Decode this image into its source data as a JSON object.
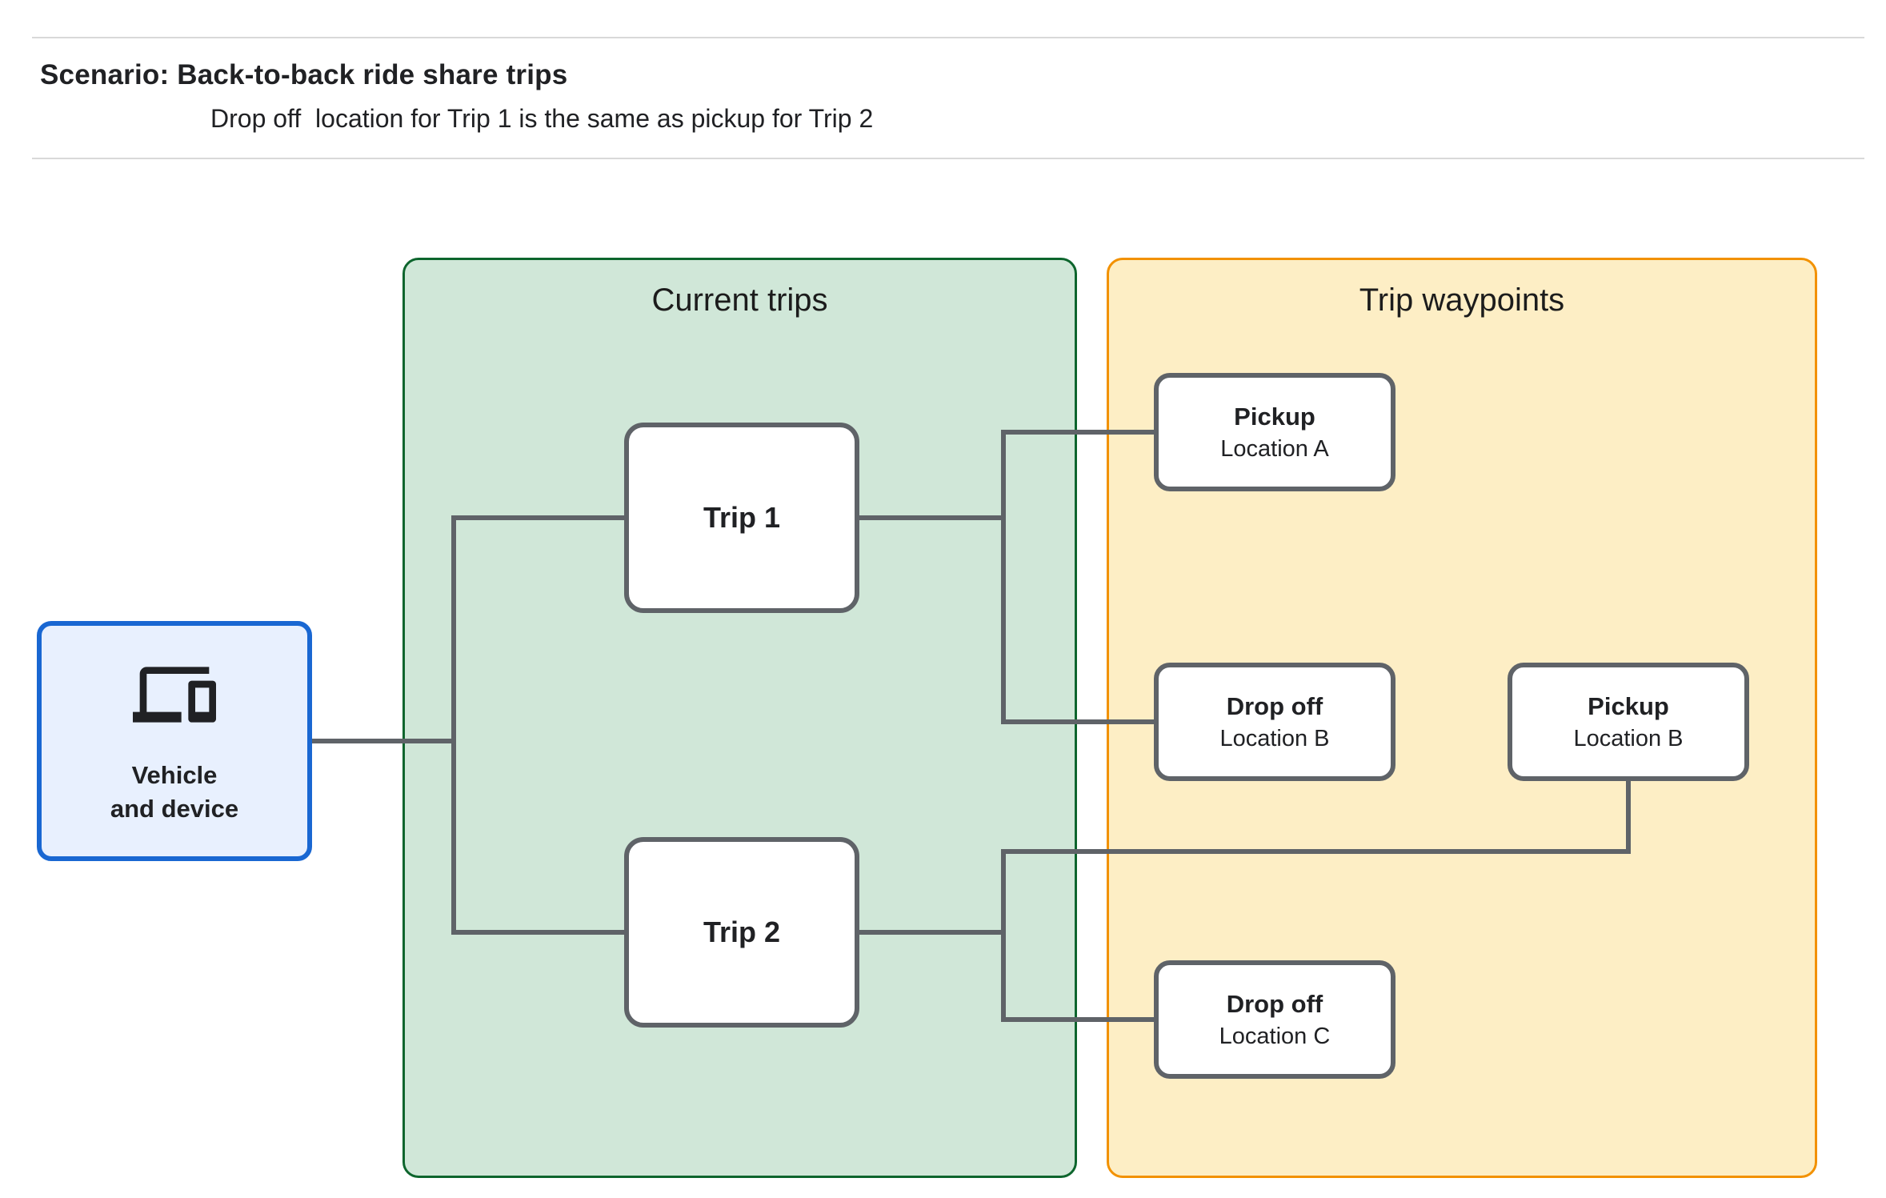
{
  "header": {
    "title": "Scenario: Back-to-back ride share trips",
    "subtitle": "Drop off  location for Trip 1 is the same as pickup for Trip 2"
  },
  "vehicle": {
    "icon": "devices-icon",
    "label_line1": "Vehicle",
    "label_line2": "and device"
  },
  "groups": {
    "current_trips": {
      "title": "Current trips"
    },
    "trip_waypoints": {
      "title": "Trip waypoints"
    }
  },
  "trips": [
    {
      "label": "Trip 1"
    },
    {
      "label": "Trip 2"
    }
  ],
  "waypoints": [
    {
      "type": "Pickup",
      "location": "Location A"
    },
    {
      "type": "Drop off",
      "location": "Location B"
    },
    {
      "type": "Pickup",
      "location": "Location B"
    },
    {
      "type": "Drop off",
      "location": "Location C"
    }
  ],
  "colors": {
    "vehicle_fill": "#e8f0fe",
    "vehicle_border": "#1967d2",
    "current_trips_fill": "#d0e7d8",
    "current_trips_border": "#0d652d",
    "trip_waypoints_fill": "#fdeec5",
    "trip_waypoints_border": "#f29100",
    "connector": "#5f6368",
    "node_border": "#5f6368",
    "text": "#202124",
    "divider": "#d9d9d9"
  }
}
